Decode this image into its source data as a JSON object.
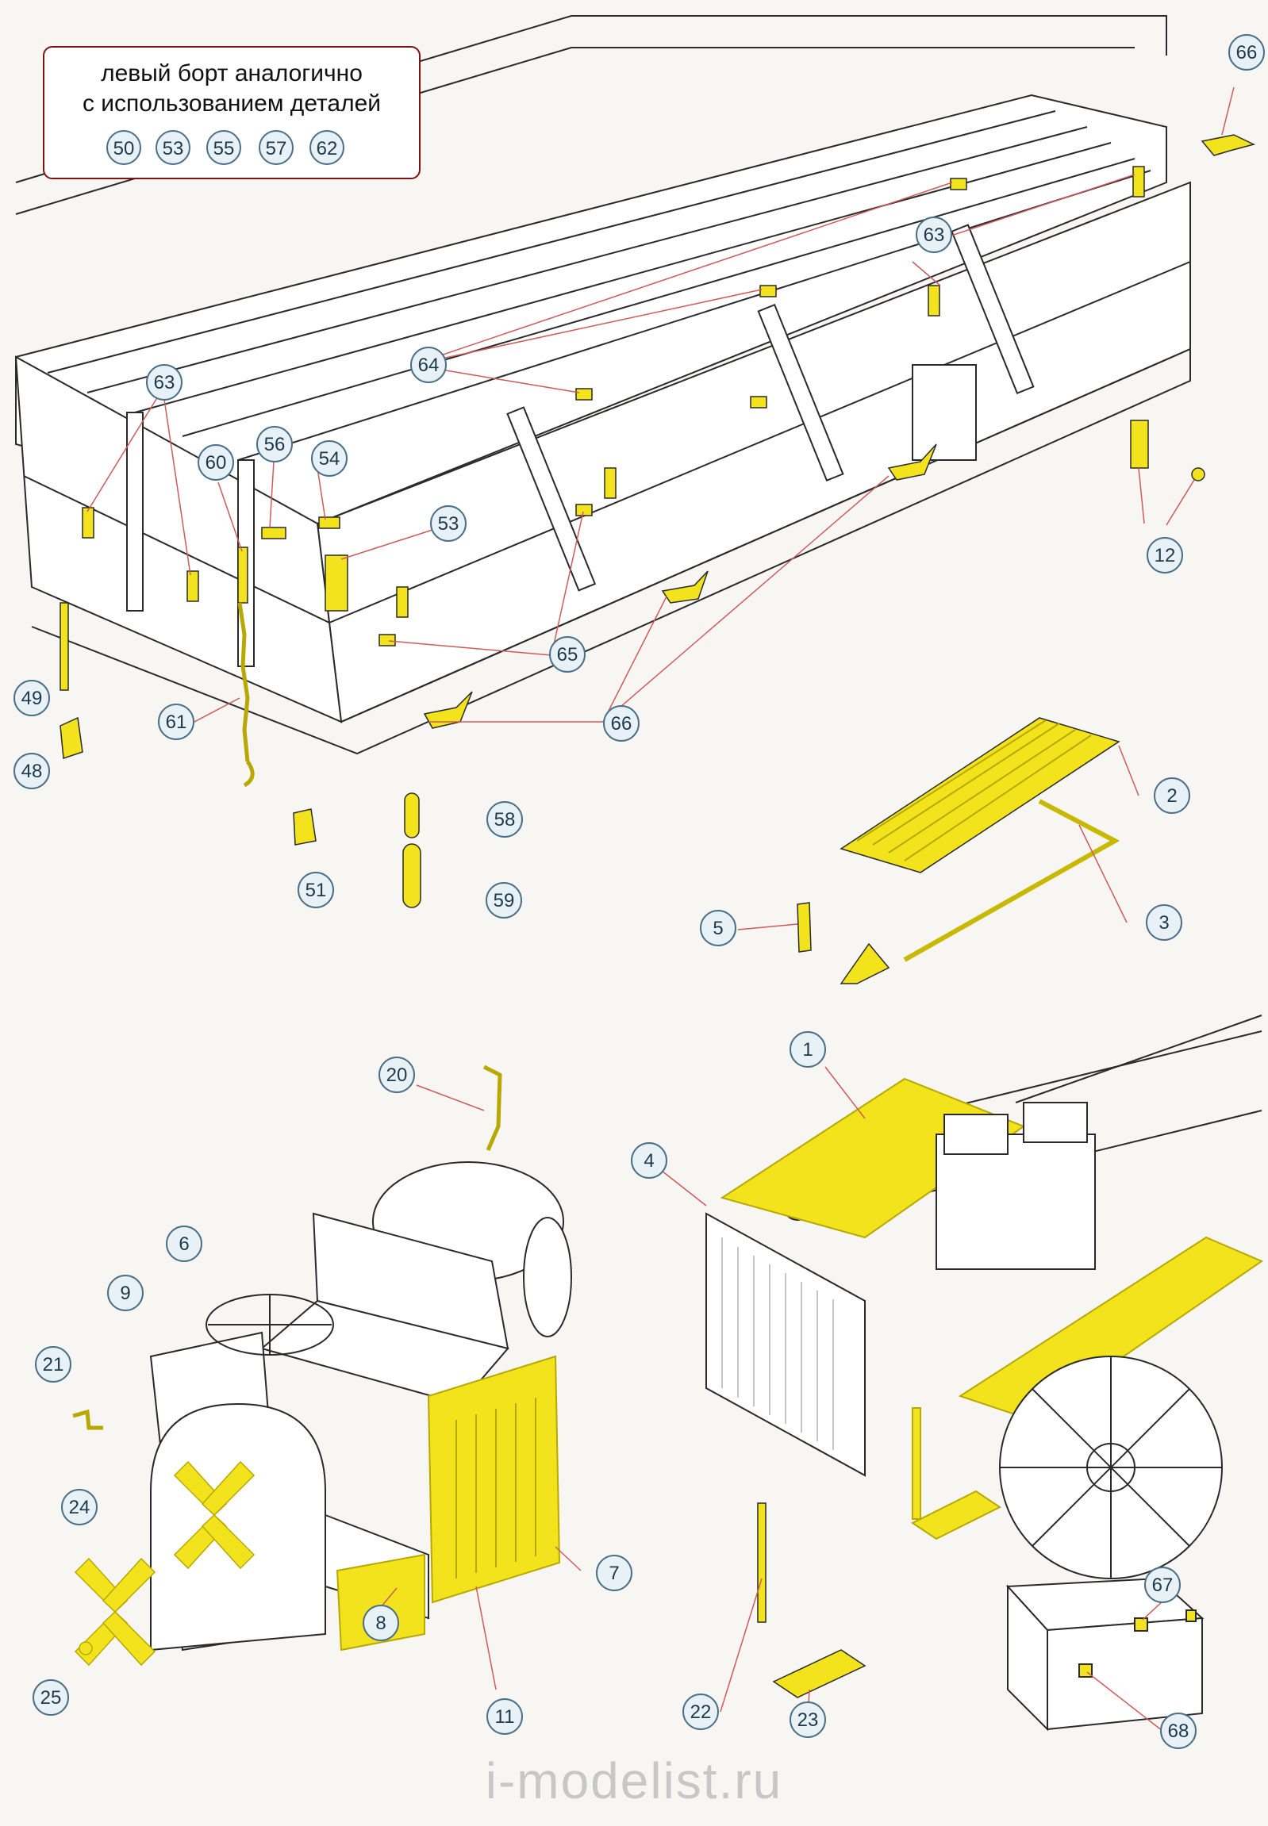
{
  "note": {
    "line1": "левый борт аналогично",
    "line2": "с использованием деталей",
    "parts": [
      "50",
      "53",
      "55",
      "57",
      "62"
    ]
  },
  "callouts": [
    "66",
    "63",
    "64",
    "63",
    "60",
    "56",
    "54",
    "53",
    "12",
    "65",
    "66",
    "49",
    "48",
    "61",
    "51",
    "58",
    "59",
    "2",
    "5",
    "3",
    "20",
    "1",
    "4",
    "6",
    "9",
    "21",
    "24",
    "25",
    "8",
    "11",
    "7",
    "22",
    "23",
    "67",
    "68"
  ],
  "watermark": "i-modelist.ru",
  "colors": {
    "part_highlight": "#f2e31d",
    "line": "#2a2a2a",
    "callout_ring": "#4a6f86",
    "leader": "#d05a5a",
    "note_border": "#7a1414"
  }
}
